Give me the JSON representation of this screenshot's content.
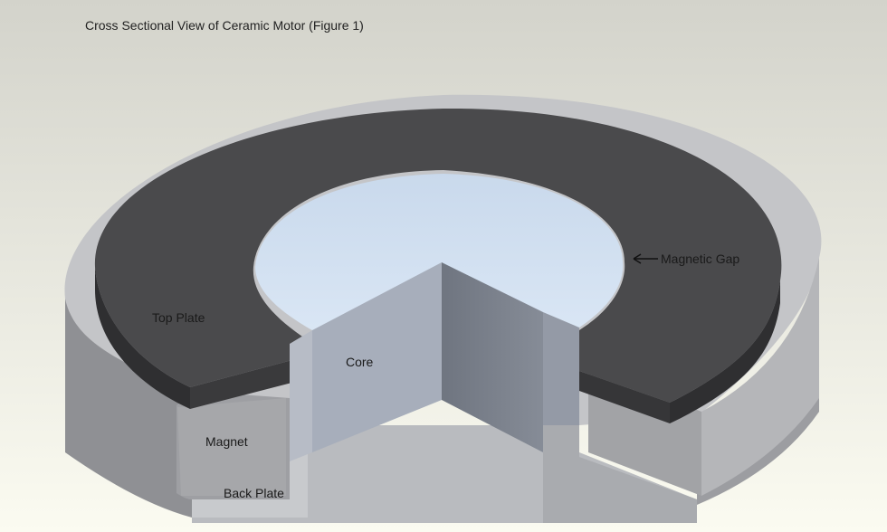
{
  "title": "Cross Sectional View of Ceramic Motor (Figure 1)",
  "labels": {
    "top_plate": "Top Plate",
    "core": "Core",
    "magnet": "Magnet",
    "back_plate": "Back Plate",
    "magnetic_gap": "Magnetic Gap"
  },
  "colors": {
    "background_top": "#d5d5cd",
    "background_bottom": "#fafaf0",
    "top_plate": "#4a4a4c",
    "top_plate_side": "#2f2f31",
    "magnet": "#a4a4a6",
    "back_plate": "#b4b6ba",
    "core_face": "#a7aebb",
    "core_shadow": "#7b818c",
    "bore": "#d8e6f6"
  }
}
